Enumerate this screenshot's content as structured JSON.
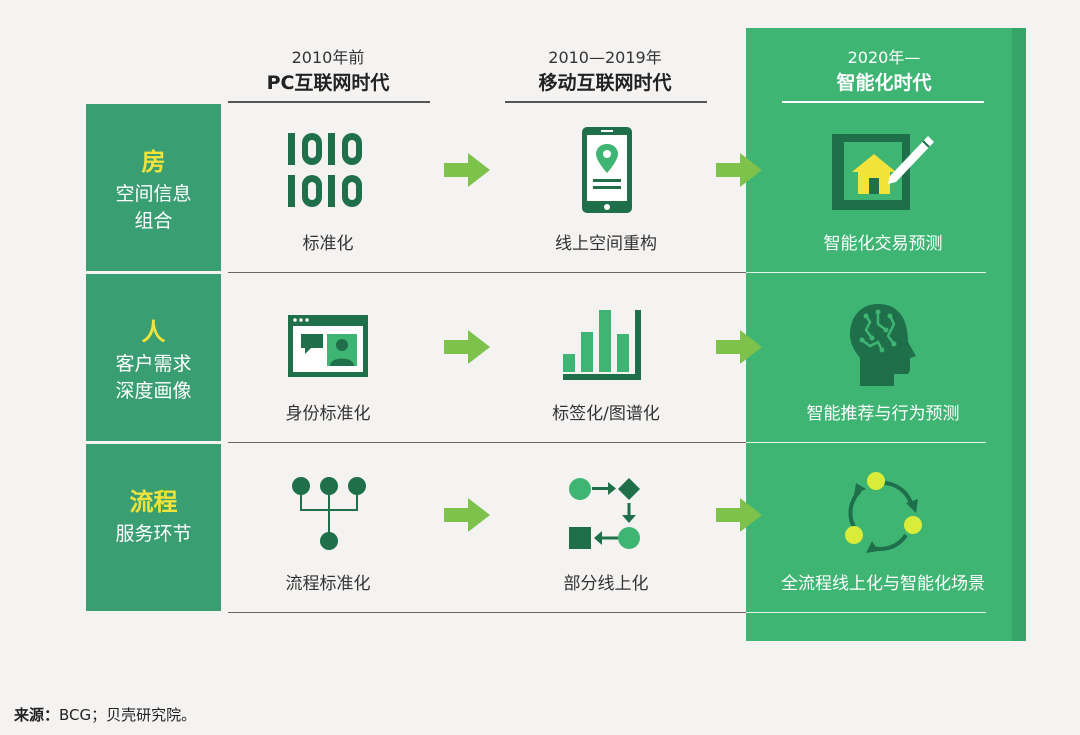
{
  "eras": [
    {
      "period": "2010年前",
      "title": "PC互联网时代"
    },
    {
      "period": "2010—2019年",
      "title": "移动互联网时代"
    },
    {
      "period": "2020年—",
      "title": "智能化时代"
    }
  ],
  "rows": [
    {
      "key": "房",
      "desc_lines": [
        "空间信息",
        "组合"
      ],
      "cells": [
        "标准化",
        "线上空间重构",
        "智能化交易预测"
      ],
      "icons": [
        "binary-icon",
        "mobile-location-icon",
        "blueprint-house-icon"
      ]
    },
    {
      "key": "人",
      "desc_lines": [
        "客户需求",
        "深度画像"
      ],
      "cells": [
        "身份标准化",
        "标签化/图谱化",
        "智能推荐与行为预测"
      ],
      "icons": [
        "profile-card-icon",
        "bar-chart-icon",
        "brain-head-icon"
      ]
    },
    {
      "key": "流程",
      "desc_lines": [
        "服务环节"
      ],
      "cells": [
        "流程标准化",
        "部分线上化",
        "全流程线上化与智能化场景"
      ],
      "icons": [
        "process-tree-icon",
        "workflow-shapes-icon",
        "cycle-icon"
      ]
    }
  ],
  "source": {
    "label": "来源：",
    "text": "BCG；贝壳研究院。"
  },
  "colors": {
    "green_dark": "#1f6f4a",
    "green_label": "#3a9e73",
    "green_column": "#3fb574",
    "arrow": "#7cc24b",
    "yellow": "#f1e33a",
    "yellow_dot": "#d9ec3a"
  }
}
